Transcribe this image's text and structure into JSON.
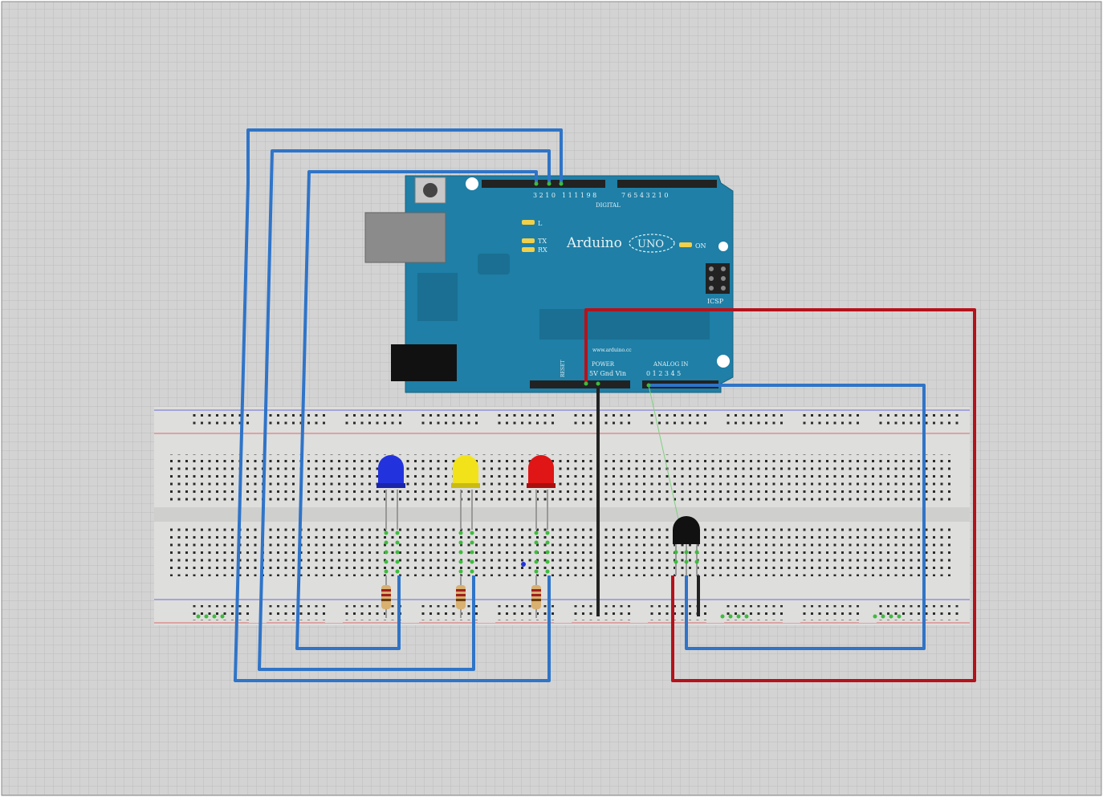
{
  "board": {
    "brand": "Arduino",
    "model": "UNO",
    "website": "www.arduino.cc",
    "reset_label": "RESET",
    "digital_label": "DIGITAL",
    "power_label": "POWER",
    "analog_label": "ANALOG IN",
    "icsp_label": "ICSP",
    "on_label": "ON",
    "l_label": "L",
    "tx_label": "TX",
    "rx_label": "RX",
    "digital_pins_high": "1 1 1 1 9 8",
    "digital_pins_high2": "3 2 1 0",
    "digital_pins_low": "7 6 5 4 3 2 1 0",
    "power_pins": "5V Gnd Vin",
    "analog_pins": "0 1 2 3 4 5"
  },
  "leds": [
    {
      "name": "blue-led",
      "color": "#2233dd"
    },
    {
      "name": "yellow-led",
      "color": "#f2e21a"
    },
    {
      "name": "red-led",
      "color": "#e01515"
    }
  ],
  "wire_colors": {
    "signal": "#2f74c8",
    "power": "#b5121b",
    "ground": "#222222"
  },
  "grid_color": "#bdbdbd",
  "background_color": "#d3d3d3",
  "board_color": "#1f7fa6"
}
